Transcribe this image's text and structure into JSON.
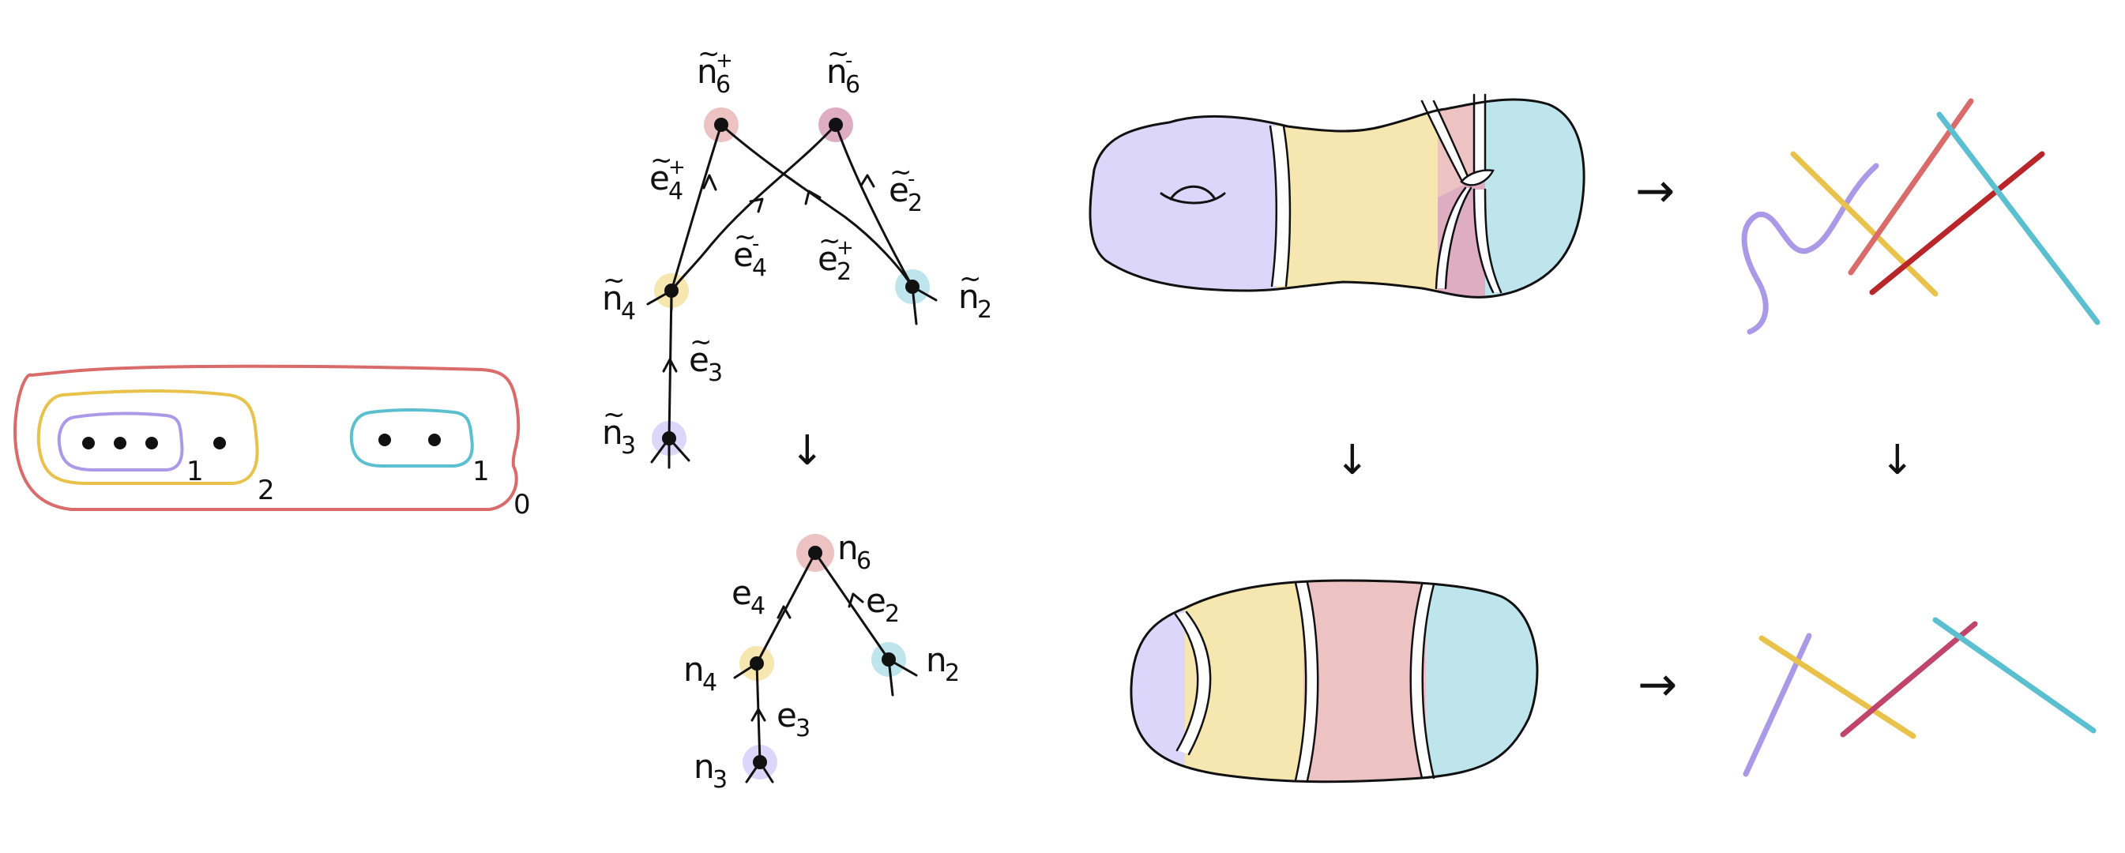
{
  "colors": {
    "purple": "#a99ae8",
    "purple_fill": "#dcd6fb",
    "yellow": "#e8c24a",
    "yellow_fill": "#f6e6b0",
    "teal": "#5bbfd0",
    "teal_fill": "#bfe5ec",
    "red": "#d96b6b",
    "pink_fill": "#ecc2c2",
    "mauve_fill": "#deadc0",
    "darkred": "#b8262a",
    "magenta": "#c0456a",
    "ink": "#111111"
  },
  "nested_curves": {
    "inner_purple_label": "1",
    "yellow_label": "2",
    "teal_label": "1",
    "outer_red_label": "0"
  },
  "top_graph": {
    "node_n6_plus": {
      "base": "n",
      "sub": "6",
      "sup": "+",
      "tilde": true
    },
    "node_n6_minus": {
      "base": "n",
      "sub": "6",
      "sup": "-",
      "tilde": true
    },
    "node_n4": {
      "base": "n",
      "sub": "4",
      "sup": "",
      "tilde": true
    },
    "node_n2": {
      "base": "n",
      "sub": "2",
      "sup": "",
      "tilde": true
    },
    "node_n3": {
      "base": "n",
      "sub": "3",
      "sup": "",
      "tilde": true
    },
    "edge_e4_plus": {
      "base": "e",
      "sub": "4",
      "sup": "+",
      "tilde": true
    },
    "edge_e4_minus": {
      "base": "e",
      "sub": "4",
      "sup": "-",
      "tilde": true
    },
    "edge_e2_minus": {
      "base": "e",
      "sub": "2",
      "sup": "-",
      "tilde": true
    },
    "edge_e2_plus": {
      "base": "e",
      "sub": "2",
      "sup": "+",
      "tilde": true
    },
    "edge_e3": {
      "base": "e",
      "sub": "3",
      "sup": "",
      "tilde": true
    }
  },
  "bottom_graph": {
    "node_n6": {
      "base": "n",
      "sub": "6",
      "sup": "",
      "tilde": false
    },
    "node_n4": {
      "base": "n",
      "sub": "4",
      "sup": "",
      "tilde": false
    },
    "node_n2": {
      "base": "n",
      "sub": "2",
      "sup": "",
      "tilde": false
    },
    "node_n3": {
      "base": "n",
      "sub": "3",
      "sup": "",
      "tilde": false
    },
    "edge_e4": {
      "base": "e",
      "sub": "4",
      "sup": "",
      "tilde": false
    },
    "edge_e2": {
      "base": "e",
      "sub": "2",
      "sup": "",
      "tilde": false
    },
    "edge_e3": {
      "base": "e",
      "sub": "3",
      "sup": "",
      "tilde": false
    }
  },
  "arrows": {
    "down": "↓",
    "right": "→"
  }
}
